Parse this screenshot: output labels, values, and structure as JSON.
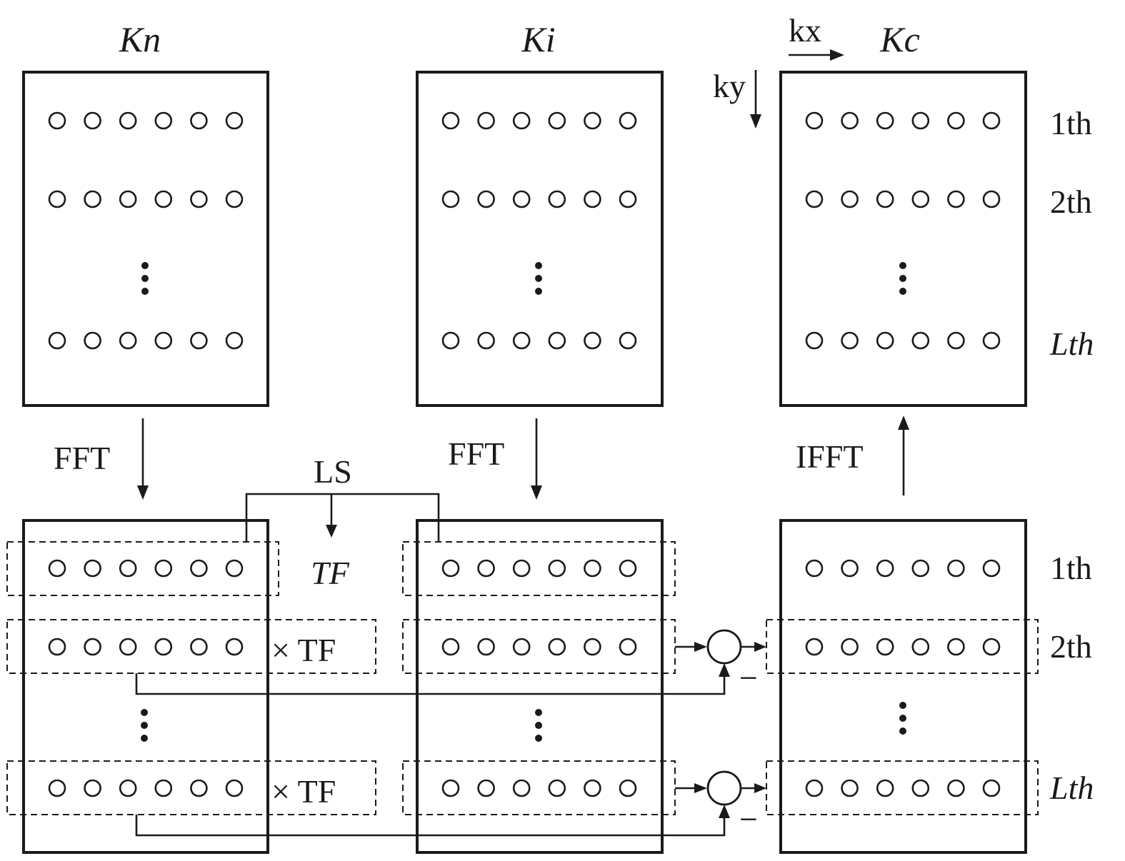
{
  "top_labels": {
    "kn": "Kn",
    "ki": "Ki",
    "kc": "Kc"
  },
  "axes": {
    "kx": "kx",
    "ky": "ky"
  },
  "transforms": {
    "fft_left": "FFT",
    "fft_mid": "FFT",
    "ifft": "IFFT",
    "ls": "LS"
  },
  "tf": {
    "top": "TF",
    "times": "× TF"
  },
  "minus": "−",
  "rows_top": [
    "1th",
    "2th",
    "Lth"
  ],
  "rows_bottom": [
    "1th",
    "2th",
    "Lth"
  ]
}
